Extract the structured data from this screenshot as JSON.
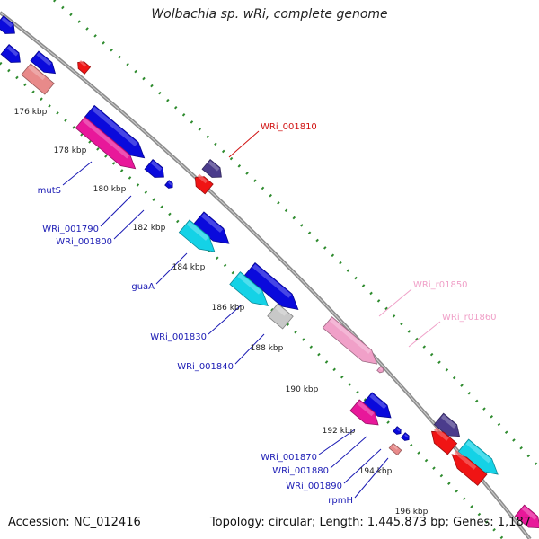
{
  "title": "Wolbachia sp. wRi, complete genome",
  "footer": {
    "accession": "Accession: NC_012416",
    "summary": "Topology: circular; Length: 1,445,873 bp; Genes: 1,187"
  },
  "colors": {
    "backbone": "#8c8c8c",
    "ticks": "#2e8b2e",
    "dark_blue": "#0a0adc",
    "cyan": "#14d2e6",
    "magenta": "#e8189a",
    "red": "#f01414",
    "navy": "#4b3c8c",
    "light_pink": "#f0a0c8",
    "salmon": "#e88a8a",
    "grey": "#c8c8c8",
    "label_blue": "#1a1ab4",
    "label_red": "#d01010",
    "label_pink": "#f0a0c8"
  },
  "kbp_labels": [
    "176 kbp",
    "178 kbp",
    "180 kbp",
    "182 kbp",
    "184 kbp",
    "186 kbp",
    "188 kbp",
    "190 kbp",
    "192 kbp",
    "194 kbp",
    "196 kbp"
  ],
  "gene_labels": [
    {
      "text": "WRi_001810",
      "color": "label_red"
    },
    {
      "text": "mutS",
      "color": "label_blue"
    },
    {
      "text": "WRi_001790",
      "color": "label_blue"
    },
    {
      "text": "WRi_001800",
      "color": "label_blue"
    },
    {
      "text": "guaA",
      "color": "label_blue"
    },
    {
      "text": "WRi_r01850",
      "color": "label_pink"
    },
    {
      "text": "WRi_r01860",
      "color": "label_pink"
    },
    {
      "text": "WRi_001830",
      "color": "label_blue"
    },
    {
      "text": "WRi_001840",
      "color": "label_blue"
    },
    {
      "text": "WRi_001870",
      "color": "label_blue"
    },
    {
      "text": "WRi_001880",
      "color": "label_blue"
    },
    {
      "text": "WRi_001890",
      "color": "label_blue"
    },
    {
      "text": "rpmH",
      "color": "label_blue"
    }
  ]
}
